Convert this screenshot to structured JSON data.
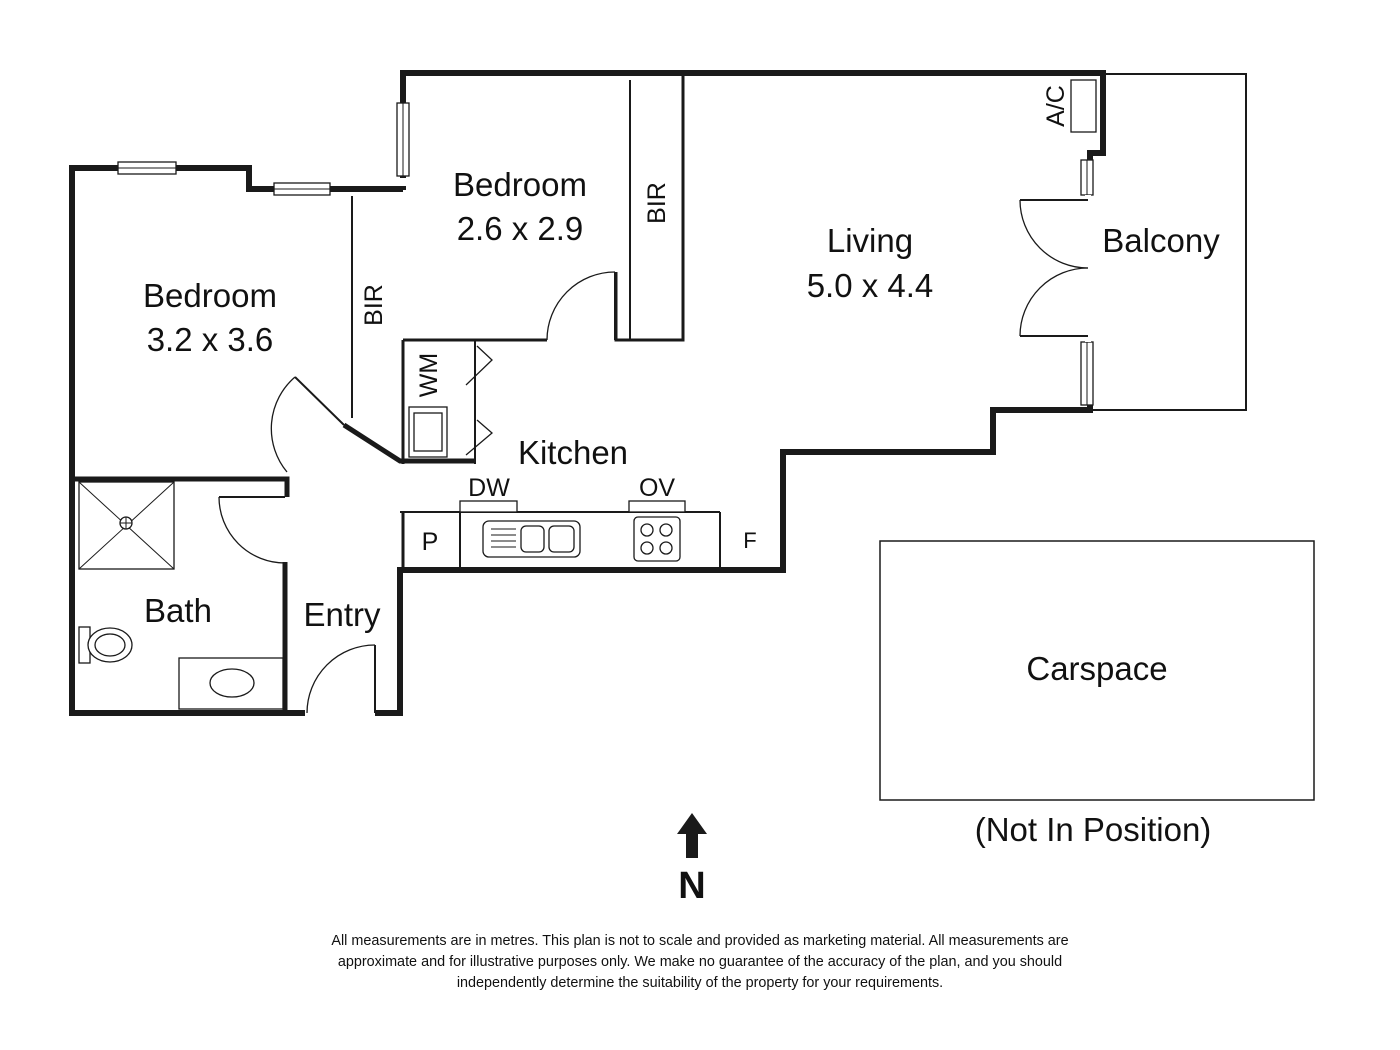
{
  "rooms": {
    "bedroom1": {
      "name": "Bedroom",
      "size": "3.2 x 3.6"
    },
    "bedroom2": {
      "name": "Bedroom",
      "size": "2.6 x 2.9"
    },
    "living": {
      "name": "Living",
      "size": "5.0 x 4.4"
    },
    "balcony": {
      "name": "Balcony"
    },
    "kitchen": {
      "name": "Kitchen"
    },
    "bath": {
      "name": "Bath"
    },
    "entry": {
      "name": "Entry"
    },
    "carspace": {
      "name": "Carspace",
      "note": "(Not In Position)"
    }
  },
  "fixtures": {
    "bir": "BIR",
    "wm": "WM",
    "ac": "A/C",
    "dw": "DW",
    "ov": "OV",
    "pantry": "P",
    "fridge": "F"
  },
  "compass": {
    "label": "N"
  },
  "disclaimer": [
    "All measurements are in metres. This plan is not to scale and provided as marketing material. All measurements are",
    "approximate and for illustrative purposes only. We make no guarantee of the accuracy of the plan, and you should",
    "independently determine the suitability of the property for your requirements."
  ]
}
